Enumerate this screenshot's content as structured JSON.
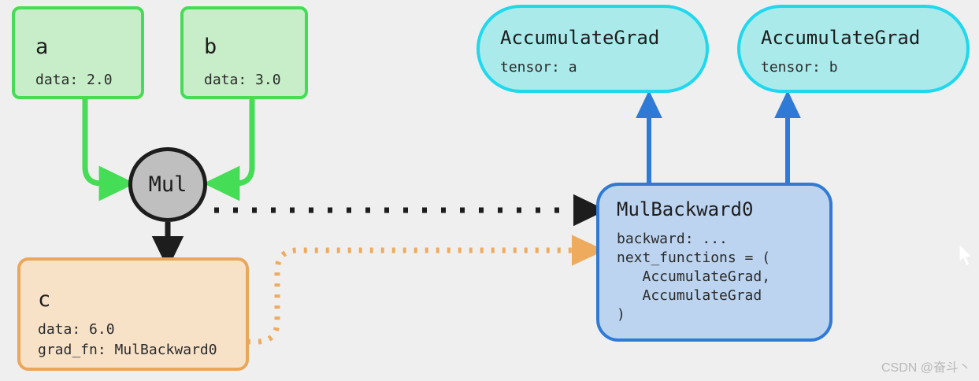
{
  "background_color": "#f0efef",
  "graph": {
    "title_semantic": "pytorch-autograd-computation-graph",
    "input_tensors": [
      {
        "id": "tensor-a",
        "name": "a",
        "fields": [
          "data: 2.0"
        ],
        "fill": "#c7eec8",
        "stroke": "#44dd55"
      },
      {
        "id": "tensor-b",
        "name": "b",
        "fields": [
          "data: 3.0"
        ],
        "fill": "#c7eec8",
        "stroke": "#44dd55"
      }
    ],
    "operation": {
      "id": "op-mul",
      "label": "Mul",
      "fill": "#bfbfbf",
      "stroke": "#1d1d1d"
    },
    "output_tensor": {
      "id": "tensor-c",
      "name": "c",
      "fields": [
        "data: 6.0",
        "grad_fn: MulBackward0"
      ],
      "fill": "#f7e2c8",
      "stroke": "#eaa75a"
    },
    "grad_fn_node": {
      "id": "node-mulbackward0",
      "title": "MulBackward0",
      "lines": [
        "backward: ...",
        "next_functions = (",
        "   AccumulateGrad,",
        "   AccumulateGrad",
        ")"
      ],
      "fill": "#bcd4ef",
      "stroke": "#2e7ad6"
    },
    "accumulate_nodes": [
      {
        "id": "node-accumulategrad-a",
        "title": "AccumulateGrad",
        "subtitle": "tensor: a",
        "fill": "#aaeaea",
        "stroke": "#20d8ee"
      },
      {
        "id": "node-accumulategrad-b",
        "title": "AccumulateGrad",
        "subtitle": "tensor: b",
        "fill": "#aaeaea",
        "stroke": "#20d8ee"
      }
    ],
    "edges": [
      {
        "id": "edge-a-to-mul",
        "from": "tensor-a",
        "to": "op-mul",
        "style": "solid",
        "color": "#44dd55"
      },
      {
        "id": "edge-b-to-mul",
        "from": "tensor-b",
        "to": "op-mul",
        "style": "solid",
        "color": "#44dd55"
      },
      {
        "id": "edge-mul-to-c",
        "from": "op-mul",
        "to": "tensor-c",
        "style": "solid",
        "color": "#1d1d1d"
      },
      {
        "id": "edge-mul-to-mulbackward0",
        "from": "op-mul",
        "to": "node-mulbackward0",
        "style": "dotted",
        "color": "#1d1d1d"
      },
      {
        "id": "edge-c-to-mulbackward0",
        "from": "tensor-c",
        "to": "node-mulbackward0",
        "style": "dotted",
        "color": "#eaa75a"
      },
      {
        "id": "edge-mulbackward0-to-accum-a",
        "from": "node-mulbackward0",
        "to": "node-accumulategrad-a",
        "style": "solid",
        "color": "#2e7ad6"
      },
      {
        "id": "edge-mulbackward0-to-accum-b",
        "from": "node-mulbackward0",
        "to": "node-accumulategrad-b",
        "style": "solid",
        "color": "#2e7ad6"
      }
    ]
  },
  "watermark": {
    "text": "CSDN @奋斗丶",
    "color": "#b9b9b9"
  }
}
